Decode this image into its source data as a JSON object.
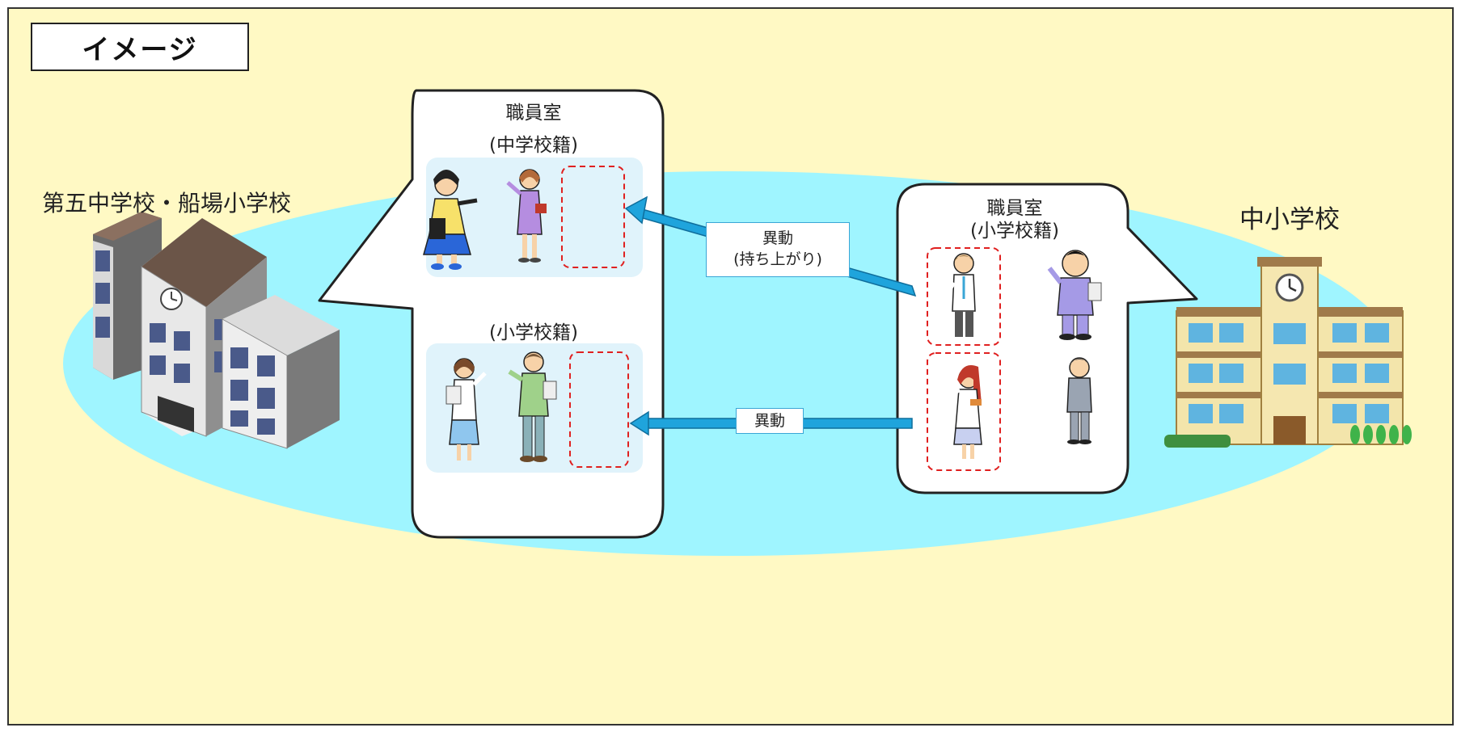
{
  "title": "イメージ",
  "schools": {
    "left_name": "第五中学校・船場小学校",
    "right_name": "中小学校"
  },
  "left_staffroom": {
    "title": "職員室",
    "section_chuugaku": "(中学校籍)",
    "section_shougaku": "(小学校籍)"
  },
  "right_staffroom": {
    "title": "職員室",
    "section": "(小学校籍)"
  },
  "arrows": {
    "upper_line1": "異動",
    "upper_line2": "(持ち上がり)",
    "lower": "異動"
  },
  "colors": {
    "page_background": "#fff9c4",
    "campus_ellipse": "#9ff5ff",
    "panel_fill": "#e0f3fb",
    "arrow": "#1fa4dc",
    "dashed_slot": "#e02020"
  }
}
